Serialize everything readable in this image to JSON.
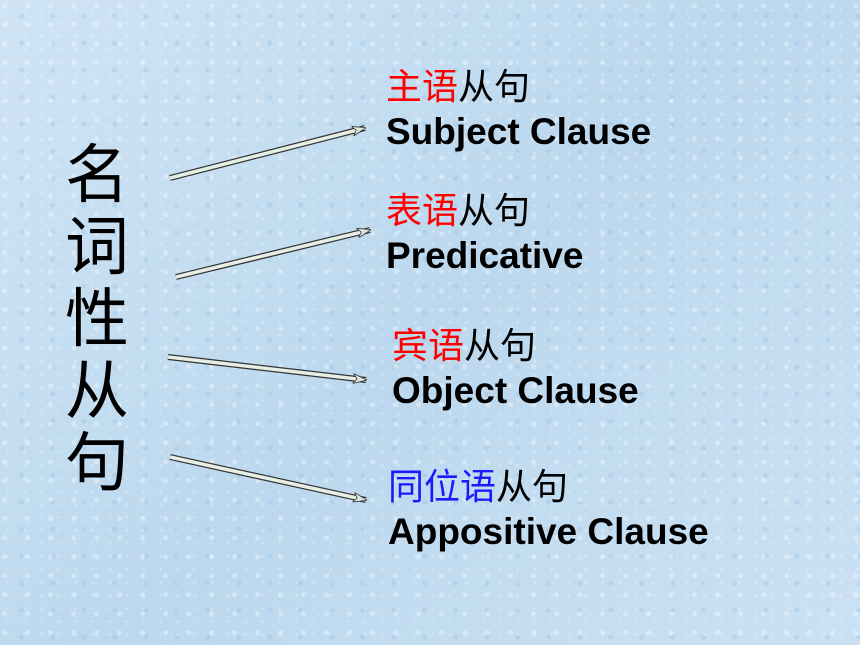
{
  "vertical_title": [
    "名",
    "词",
    "性",
    "从",
    "句"
  ],
  "items": [
    {
      "cn_highlight": "主语",
      "cn_rest": "从句",
      "en": "Subject Clause",
      "highlight_color": "#ff0000"
    },
    {
      "cn_highlight": "表语",
      "cn_rest": "从句",
      "en": "Predicative",
      "highlight_color": "#ff0000"
    },
    {
      "cn_highlight": "宾语",
      "cn_rest": "从句",
      "en": "Object Clause",
      "highlight_color": "#ff0000"
    },
    {
      "cn_highlight": "同位语",
      "cn_rest": "从句",
      "en": "Appositive Clause",
      "highlight_color": "#1a1aff"
    }
  ]
}
